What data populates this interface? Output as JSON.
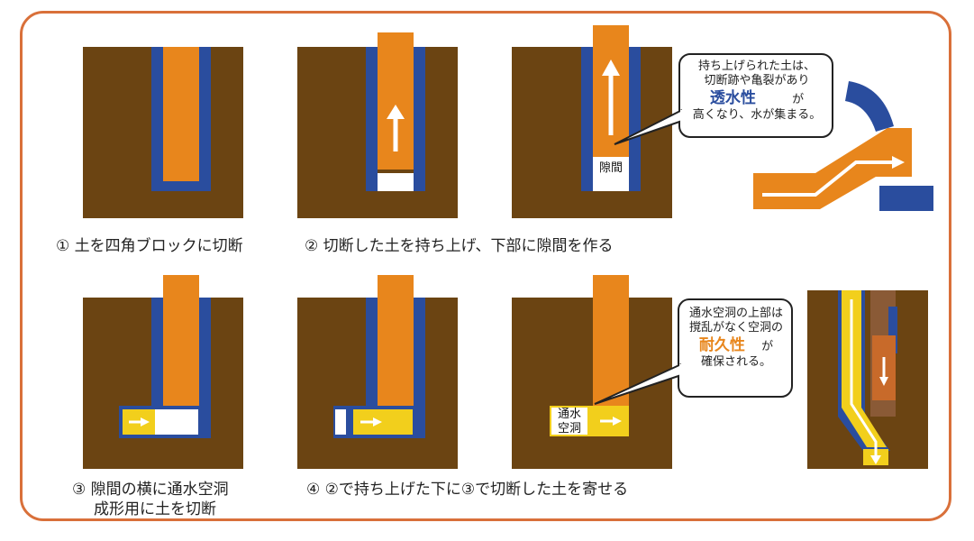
{
  "captions": {
    "step1": "① 土を四角ブロックに切断",
    "step2": "② 切断した土を持ち上げ、下部に隙間を作る",
    "step3_line1": "③ 隙間の横に通水空洞",
    "step3_line2": "成形用に土を切断",
    "step4": "④ ②で持ち上げた下に③で切断した土を寄せる"
  },
  "callout_top": {
    "line1": "持ち上げられた土は、",
    "line2": "切断跡や亀裂があり",
    "keyword": "透水性",
    "line3_suffix": "が",
    "line4": "高くなり、水が集まる。"
  },
  "callout_bottom": {
    "line1": "通水空洞の上部は",
    "line2": "撹乱がなく空洞の",
    "keyword": "耐久性",
    "line3_suffix": "が",
    "line4": "確保される。"
  },
  "labels": {
    "gap": "隙間",
    "channel_line1": "通水",
    "channel_line2": "空洞"
  },
  "colors": {
    "soil": "#6b4412",
    "casing": "#2a4d9e",
    "block": "#e8861c",
    "channel": "#f2cf1c",
    "frame": "#d9703a",
    "keyword_blue": "#2a4d9e",
    "keyword_orange": "#e8861c"
  }
}
